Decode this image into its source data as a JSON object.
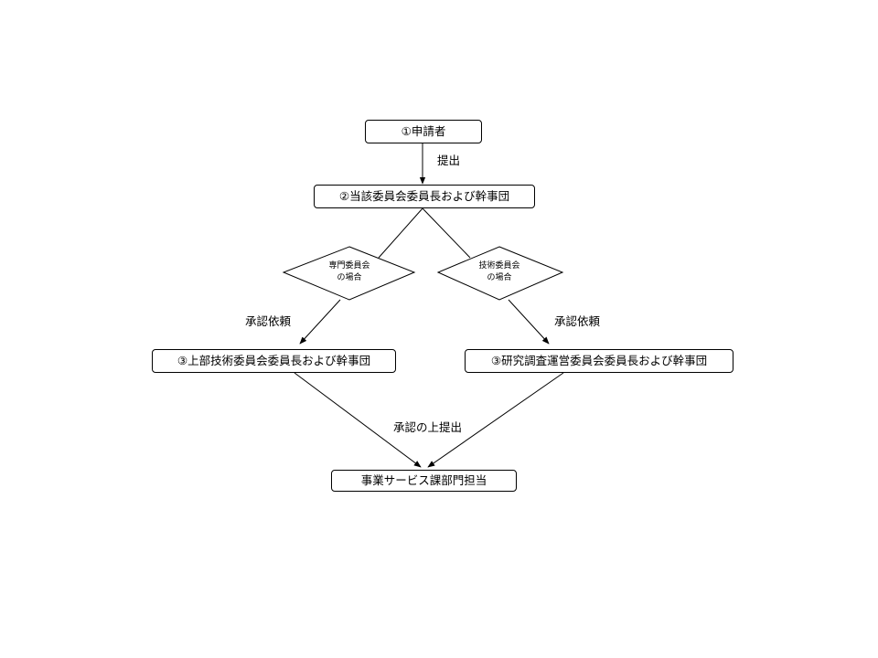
{
  "diagram": {
    "nodes": {
      "applicant": "①申請者",
      "committee": "②当該委員会委員長および幹事団",
      "upper_committee": "③上部技術委員会委員長および幹事団",
      "research_committee": "③研究調査運営委員会委員長および幹事団",
      "service_dept": "事業サービス課部門担当"
    },
    "decisions": {
      "specialist": [
        "専門委員会",
        "の場合"
      ],
      "technical": [
        "技術委員会",
        "の場合"
      ]
    },
    "edge_labels": {
      "submit": "提出",
      "approval_request_left": "承認依頼",
      "approval_request_right": "承認依頼",
      "approve_submit": "承認の上提出"
    },
    "colors": {
      "stroke": "#000000",
      "fill": "#ffffff"
    }
  }
}
